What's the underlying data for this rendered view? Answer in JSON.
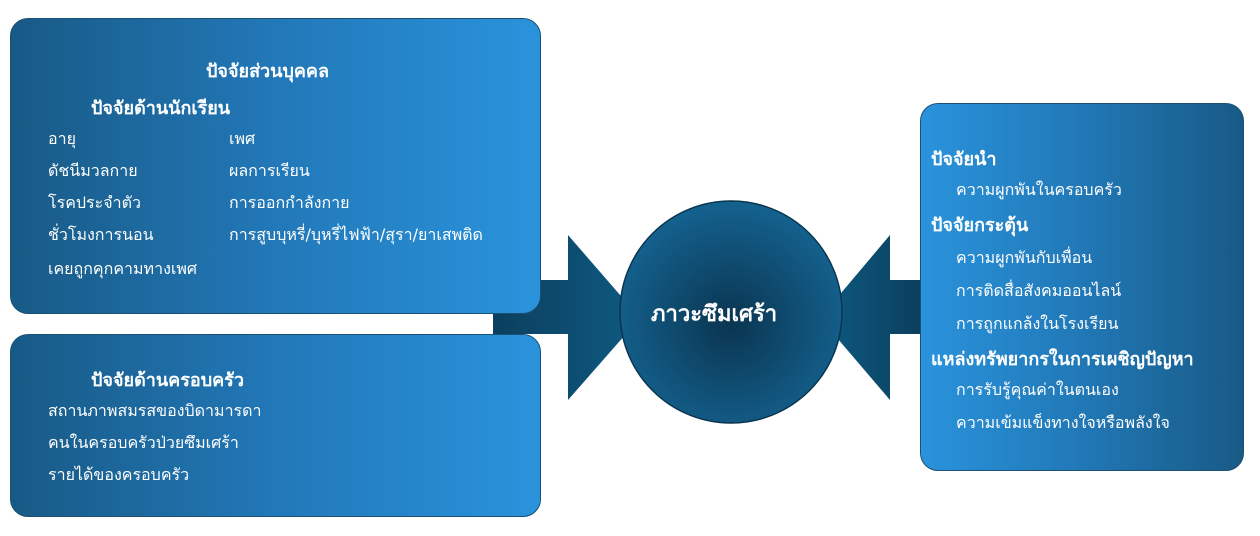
{
  "personal": {
    "title": "ปัจจัยส่วนบุคคล",
    "student_title": "ปัจจัยด้านนักเรียน",
    "col1": [
      "อายุ",
      "ดัชนีมวลกาย",
      "โรคประจำตัว",
      "ชั่วโมงการนอน",
      "เคยถูกคุกคามทางเพศ"
    ],
    "col2": [
      "เพศ",
      "ผลการเรียน",
      "การออกกำลังกาย",
      "การสูบบุหรี่/บุหรี่ไฟฟ้า/สุรา/ยาเสพติด"
    ]
  },
  "family": {
    "title": "ปัจจัยด้านครอบครัว",
    "items": [
      "สถานภาพสมรสของบิดามารดา",
      "คนในครอบครัวป่วยซึมเศร้า",
      "รายได้ของครอบครัว"
    ]
  },
  "center": {
    "label": "ภาวะซึมเศร้า"
  },
  "right": {
    "groups": [
      {
        "title": "ปัจจัยนำ",
        "items": [
          "ความผูกพันในครอบครัว"
        ]
      },
      {
        "title": "ปัจจัยกระตุ้น",
        "items": [
          "ความผูกพันกับเพื่อน",
          "การติดสื่อสังคมออนไลน์",
          "การถูกแกล้งในโรงเรียน"
        ]
      },
      {
        "title": "แหล่งทรัพยากรในการเผชิญปัญหา",
        "items": [
          "การรับรู้คุณค่าในตนเอง",
          "ความเข้มแข็งทางใจหรือพลังใจ"
        ]
      }
    ]
  },
  "colors": {
    "dark": "#185a86",
    "light": "#2a93dc",
    "circle": "#0f4b6e"
  }
}
